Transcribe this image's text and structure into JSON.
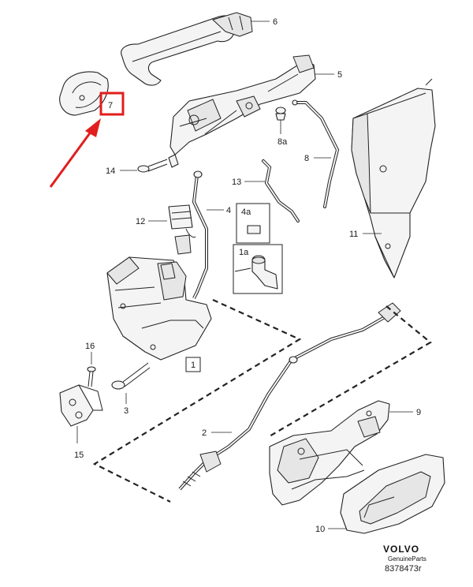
{
  "callouts": {
    "c1": "1",
    "c1a": "1a",
    "c2": "2",
    "c3": "3",
    "c4": "4",
    "c4a": "4a",
    "c5": "5",
    "c6": "6",
    "c7": "7",
    "c8": "8",
    "c8a": "8a",
    "c9": "9",
    "c10": "10",
    "c11": "11",
    "c12": "12",
    "c13": "13",
    "c14": "14",
    "c15": "15",
    "c16": "16"
  },
  "branding": {
    "brand": "VOLVO",
    "subtitle": "GenuineParts",
    "drawing_number": "8378473r"
  },
  "highlight": {
    "box_color": "#e21d1d",
    "arrow_color": "#e21d1d",
    "target_callout": "7"
  }
}
